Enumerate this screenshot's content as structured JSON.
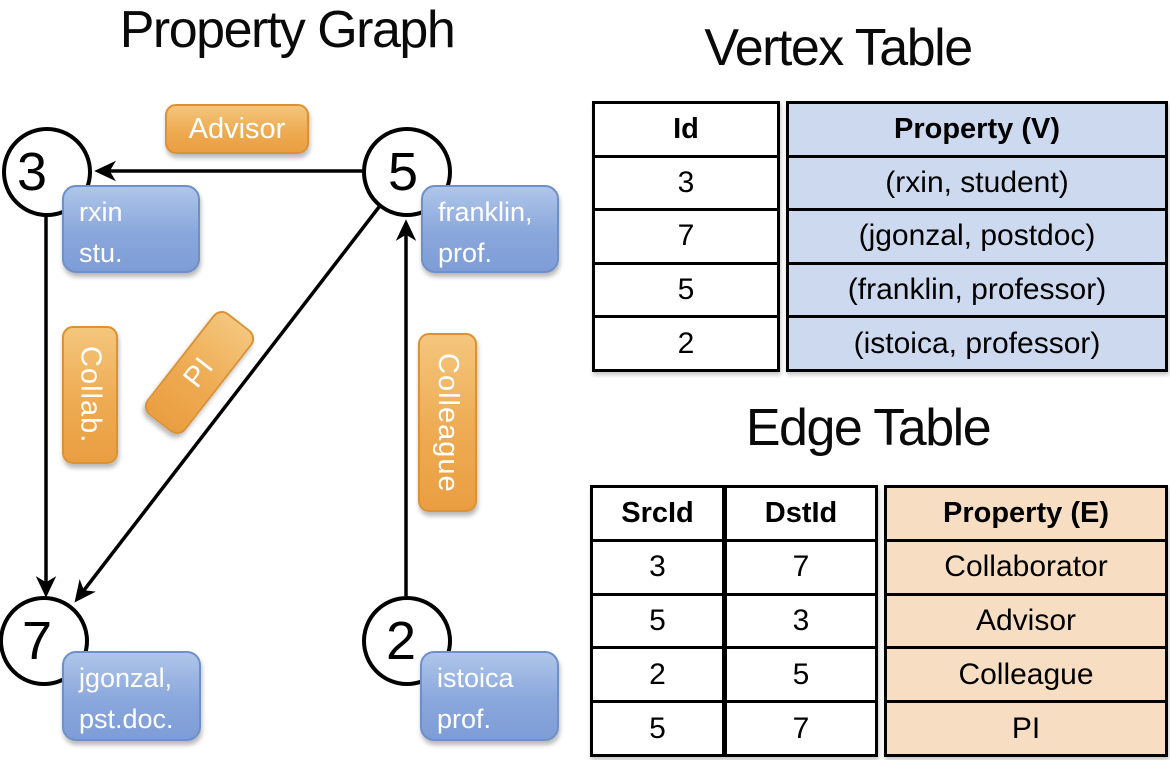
{
  "graph": {
    "title": "Property Graph",
    "nodes": [
      {
        "id": "3",
        "property_line1": "rxin",
        "property_line2": "stu."
      },
      {
        "id": "5",
        "property_line1": "franklin,",
        "property_line2": "prof."
      },
      {
        "id": "7",
        "property_line1": "jgonzal,",
        "property_line2": "pst.doc."
      },
      {
        "id": "2",
        "property_line1": "istoica",
        "property_line2": "prof."
      }
    ],
    "edges": [
      {
        "src": "5",
        "dst": "3",
        "label": "Advisor"
      },
      {
        "src": "3",
        "dst": "7",
        "label": "Collab."
      },
      {
        "src": "5",
        "dst": "7",
        "label": "PI"
      },
      {
        "src": "2",
        "dst": "5",
        "label": "Colleague"
      }
    ]
  },
  "vertex_table": {
    "title": "Vertex Table",
    "header": {
      "id": "Id",
      "property": "Property (V)"
    },
    "rows": [
      {
        "id": "3",
        "property": "(rxin, student)"
      },
      {
        "id": "7",
        "property": "(jgonzal, postdoc)"
      },
      {
        "id": "5",
        "property": "(franklin, professor)"
      },
      {
        "id": "2",
        "property": "(istoica, professor)"
      }
    ]
  },
  "edge_table": {
    "title": "Edge Table",
    "header": {
      "src": "SrcId",
      "dst": "DstId",
      "property": "Property (E)"
    },
    "rows": [
      {
        "src": "3",
        "dst": "7",
        "property": "Collaborator"
      },
      {
        "src": "5",
        "dst": "3",
        "property": "Advisor"
      },
      {
        "src": "2",
        "dst": "5",
        "property": "Colleague"
      },
      {
        "src": "5",
        "dst": "7",
        "property": "PI"
      }
    ]
  },
  "colors": {
    "edge_label_orange": "#ea9e41",
    "vertex_property_blue": "#7e9dd7",
    "vertex_cell_bg": "#cdd9ef",
    "edge_cell_bg": "#f7dec3"
  }
}
